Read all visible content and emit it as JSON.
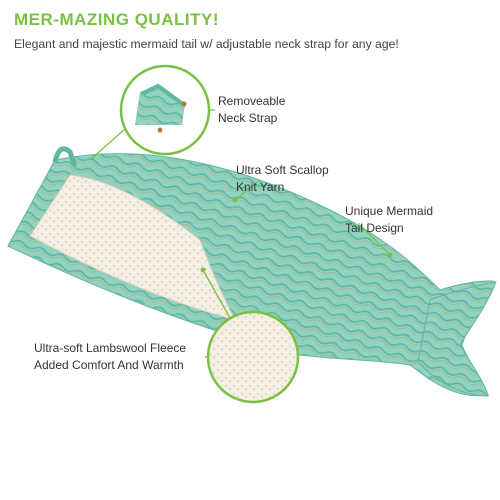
{
  "header": {
    "title": "MER-MAZING QUALITY!",
    "subtitle": "Elegant and majestic mermaid tail w/ adjustable neck strap for any age!"
  },
  "callouts": {
    "neck_strap": [
      "Removeable",
      "Neck Strap"
    ],
    "yarn": [
      "Ultra Soft Scallop",
      "Knit Yarn"
    ],
    "tail": [
      "Unique Mermaid",
      "Tail Design"
    ],
    "fleece": [
      "Ultra-soft Lambswool Fleece",
      "Added Comfort And Warmth"
    ]
  },
  "colors": {
    "accent_green": "#7ac143",
    "knit_mint": "#8fd3c0",
    "fleece_cream": "#f3efe3"
  }
}
